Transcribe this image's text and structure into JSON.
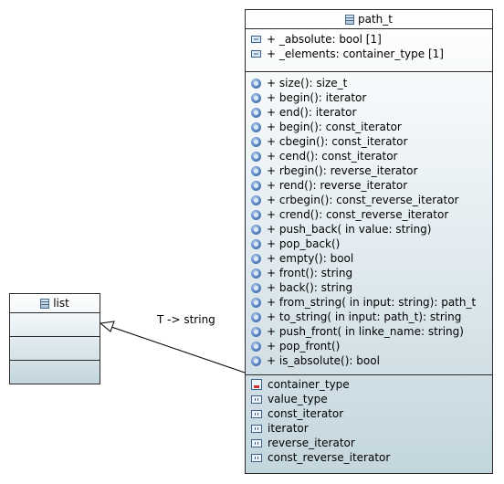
{
  "path_t": {
    "name": "path_t",
    "attributes": [
      {
        "icon": "attribute-icon",
        "text": "+ _absolute: bool [1]"
      },
      {
        "icon": "attribute-icon",
        "text": "+ _elements: container_type [1]"
      }
    ],
    "operations": [
      {
        "icon": "operation-icon",
        "text": "+ size(): size_t"
      },
      {
        "icon": "operation-icon",
        "text": "+ begin(): iterator"
      },
      {
        "icon": "operation-icon",
        "text": "+ end(): iterator"
      },
      {
        "icon": "operation-icon",
        "text": "+ begin(): const_iterator"
      },
      {
        "icon": "operation-icon",
        "text": "+ cbegin(): const_iterator"
      },
      {
        "icon": "operation-icon",
        "text": "+ cend(): const_iterator"
      },
      {
        "icon": "operation-icon",
        "text": "+ rbegin(): reverse_iterator"
      },
      {
        "icon": "operation-icon",
        "text": "+ rend(): reverse_iterator"
      },
      {
        "icon": "operation-icon",
        "text": "+ crbegin(): const_reverse_iterator"
      },
      {
        "icon": "operation-icon",
        "text": "+ crend(): const_reverse_iterator"
      },
      {
        "icon": "operation-icon",
        "text": "+ push_back(  in value: string)"
      },
      {
        "icon": "operation-icon",
        "text": "+ pop_back()"
      },
      {
        "icon": "operation-icon",
        "text": "+ empty(): bool"
      },
      {
        "icon": "operation-icon",
        "text": "+ front(): string"
      },
      {
        "icon": "operation-icon",
        "text": "+ back(): string"
      },
      {
        "icon": "operation-icon",
        "text": "+ from_string(  in input: string): path_t"
      },
      {
        "icon": "operation-icon",
        "text": "+ to_string(  in input: path_t): string"
      },
      {
        "icon": "operation-icon",
        "text": "+ push_front(  in linke_name: string)"
      },
      {
        "icon": "operation-icon",
        "text": "+ pop_front()"
      },
      {
        "icon": "operation-icon",
        "text": "+ is_absolute(): bool"
      }
    ],
    "nested_types": [
      {
        "icon": "nested-class-icon",
        "text": "container_type"
      },
      {
        "icon": "typedef-icon",
        "text": "value_type"
      },
      {
        "icon": "typedef-icon",
        "text": "const_iterator"
      },
      {
        "icon": "typedef-icon",
        "text": "iterator"
      },
      {
        "icon": "typedef-icon",
        "text": "reverse_iterator"
      },
      {
        "icon": "typedef-icon",
        "text": "const_reverse_iterator"
      }
    ]
  },
  "list": {
    "name": "list"
  },
  "edge": {
    "label": "T -> string"
  },
  "colors": {
    "border": "#2b2b2b",
    "fill_top": "#ffffff",
    "fill_bottom": "#c3d6dd"
  }
}
